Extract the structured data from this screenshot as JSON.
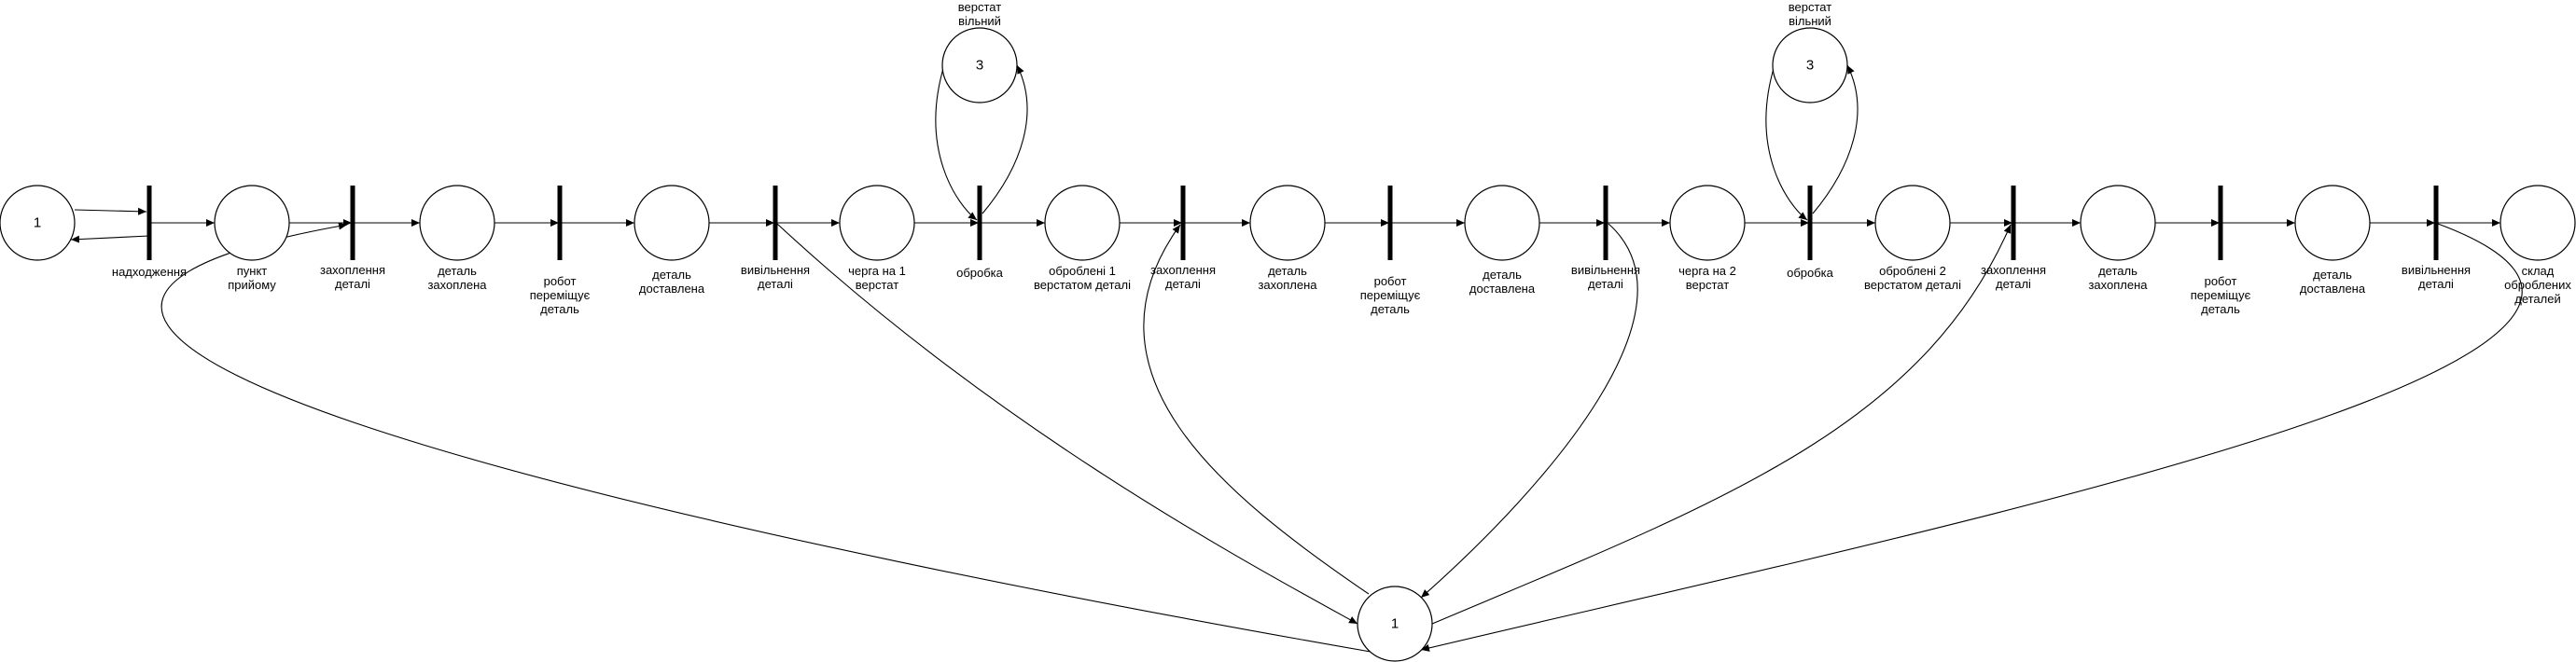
{
  "places": [
    {
      "id": "p_source",
      "token": "1",
      "label": ""
    },
    {
      "id": "p_reception",
      "token": "",
      "label": "пункт\nприйому"
    },
    {
      "id": "p_a_grabbed",
      "token": "",
      "label": "деталь\nзахоплена"
    },
    {
      "id": "p_a_delivered",
      "token": "",
      "label": "деталь\nдоставлена"
    },
    {
      "id": "p_queue1",
      "token": "",
      "label": "черга на 1\nверстат"
    },
    {
      "id": "p_machine1",
      "token": "3",
      "label": "верстат\nвільний"
    },
    {
      "id": "p_done1",
      "token": "",
      "label": "оброблені 1\nверстатом деталі"
    },
    {
      "id": "p_b_grabbed",
      "token": "",
      "label": "деталь\nзахоплена"
    },
    {
      "id": "p_b_delivered",
      "token": "",
      "label": "деталь\nдоставлена"
    },
    {
      "id": "p_queue2",
      "token": "",
      "label": "черга на 2\nверстат"
    },
    {
      "id": "p_machine2",
      "token": "3",
      "label": "верстат\nвільний"
    },
    {
      "id": "p_done2",
      "token": "",
      "label": "оброблені 2\nверстатом деталі"
    },
    {
      "id": "p_c_grabbed",
      "token": "",
      "label": "деталь\nзахоплена"
    },
    {
      "id": "p_c_delivered",
      "token": "",
      "label": "деталь\nдоставлена"
    },
    {
      "id": "p_warehouse",
      "token": "",
      "label": "склад\nоброблених\nдеталей"
    },
    {
      "id": "p_robot",
      "token": "1",
      "label": ""
    }
  ],
  "transitions": [
    {
      "id": "t_arrival",
      "label": "надходження"
    },
    {
      "id": "t_grab1",
      "label": "захоплення\nдеталі"
    },
    {
      "id": "t_move1",
      "label": "робот\nпереміщує\nдеталь"
    },
    {
      "id": "t_release1",
      "label": "вивільнення\nдеталі"
    },
    {
      "id": "t_process1",
      "label": "обробка"
    },
    {
      "id": "t_grab2",
      "label": "захоплення\nдеталі"
    },
    {
      "id": "t_move2",
      "label": "робот\nпереміщує\nдеталь"
    },
    {
      "id": "t_release2",
      "label": "вивільнення\nдеталі"
    },
    {
      "id": "t_process2",
      "label": "обробка"
    },
    {
      "id": "t_grab3",
      "label": "захоплення\nдеталі"
    },
    {
      "id": "t_move3",
      "label": "робот\nпереміщує\nдеталь"
    },
    {
      "id": "t_release3",
      "label": "вивільнення\nдеталі"
    }
  ]
}
